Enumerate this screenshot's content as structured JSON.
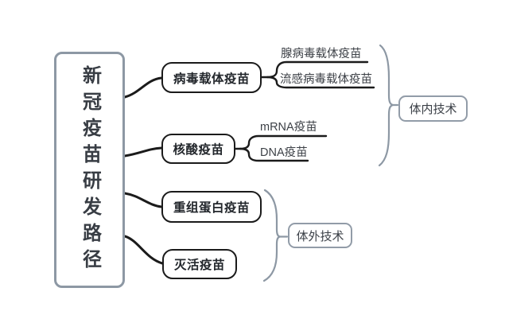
{
  "diagram": {
    "root": {
      "label": "新冠疫苗研发路径"
    },
    "branches": [
      {
        "label": "病毒载体疫苗",
        "children": [
          {
            "label": "腺病毒载体疫苗"
          },
          {
            "label": "流感病毒载体疫苗"
          }
        ]
      },
      {
        "label": "核酸疫苗",
        "children": [
          {
            "label": "mRNA疫苗"
          },
          {
            "label": "DNA疫苗"
          }
        ]
      },
      {
        "label": "重组蛋白疫苗",
        "children": []
      },
      {
        "label": "灭活疫苗",
        "children": []
      }
    ],
    "groups": [
      {
        "label": "体内技术"
      },
      {
        "label": "体外技术"
      }
    ],
    "colors": {
      "background": "#ffffff",
      "branch_line": "#1b1b1b",
      "topic_border": "#1b1b1b",
      "frame_accent": "#8d98a4",
      "text": "#383d44"
    }
  }
}
